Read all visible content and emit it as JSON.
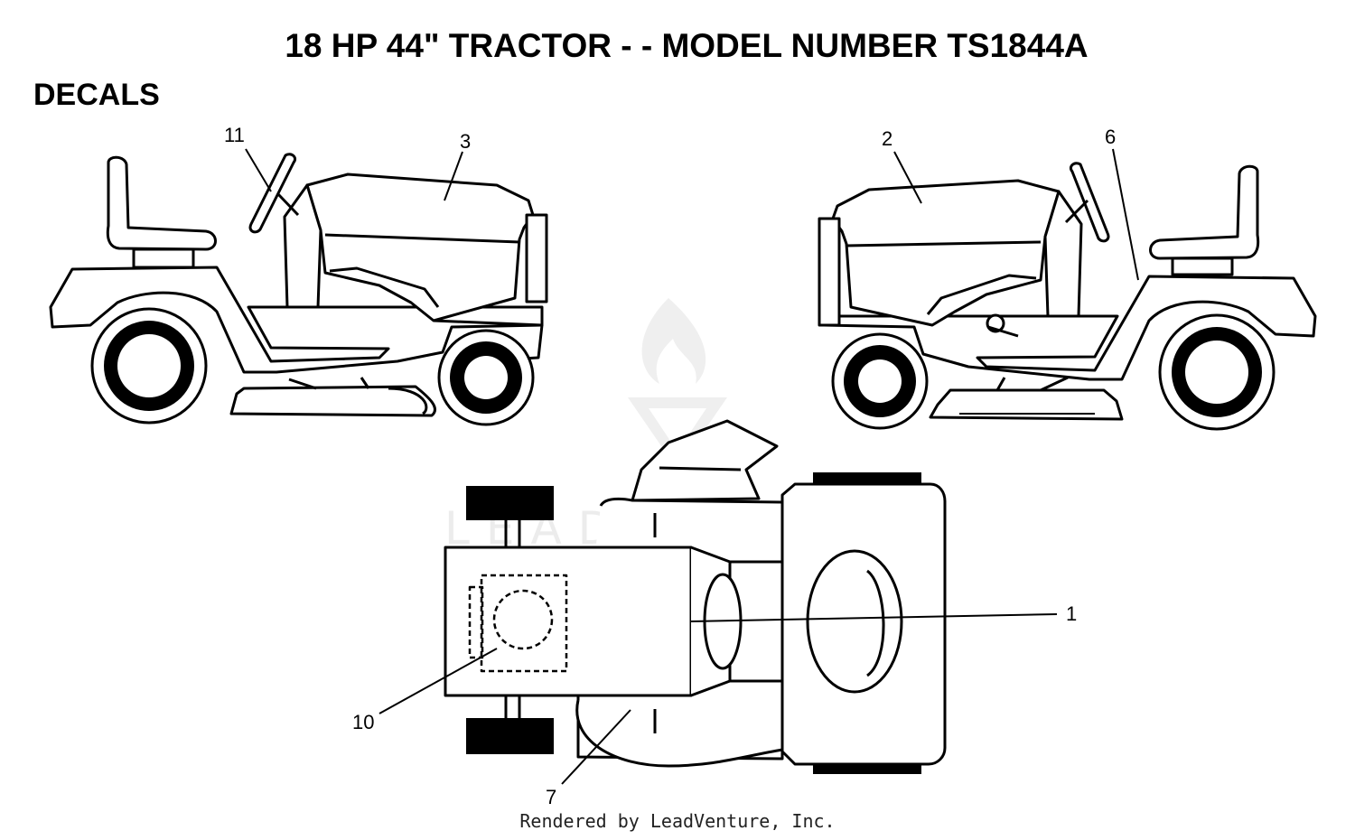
{
  "title": "18 HP 44\" TRACTOR - - MODEL NUMBER TS1844A",
  "section": "DECALS",
  "callouts": {
    "c1": "1",
    "c2": "2",
    "c3": "3",
    "c6": "6",
    "c7": "7",
    "c10": "10",
    "c11": "11"
  },
  "watermark": {
    "text": "LEADVENTURE"
  },
  "footer": "Rendered by LeadVenture, Inc."
}
